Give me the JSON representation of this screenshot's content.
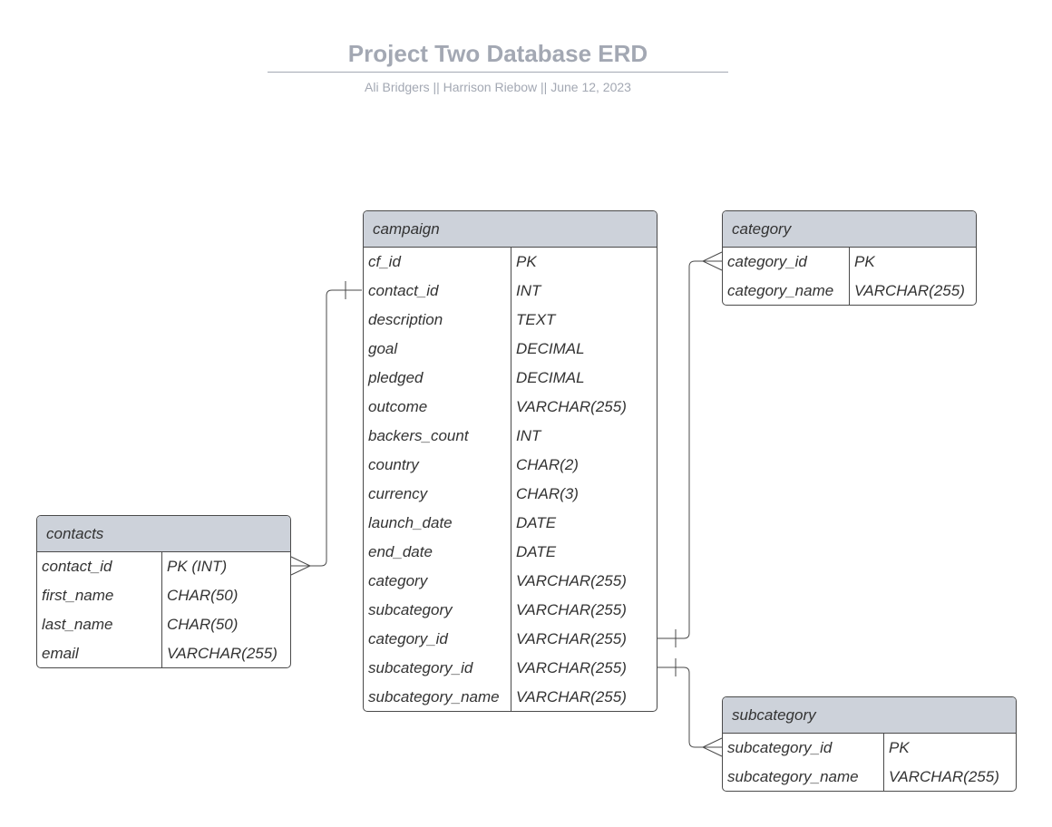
{
  "header": {
    "title": "Project Two Database ERD",
    "subtitle": "Ali Bridgers || Harrison Riebow || June 12, 2023"
  },
  "colors": {
    "header_fill": "#cdd2da",
    "border": "#4a4a4a",
    "title": "#a3a8b3",
    "text": "#333333"
  },
  "entities": {
    "campaign": {
      "name": "campaign",
      "rows": [
        {
          "name": "cf_id",
          "type": "PK"
        },
        {
          "name": "contact_id",
          "type": "INT"
        },
        {
          "name": "description",
          "type": "TEXT"
        },
        {
          "name": "goal",
          "type": "DECIMAL"
        },
        {
          "name": "pledged",
          "type": "DECIMAL"
        },
        {
          "name": "outcome",
          "type": "VARCHAR(255)"
        },
        {
          "name": "backers_count",
          "type": "INT"
        },
        {
          "name": "country",
          "type": "CHAR(2)"
        },
        {
          "name": "currency",
          "type": "CHAR(3)"
        },
        {
          "name": "launch_date",
          "type": "DATE"
        },
        {
          "name": "end_date",
          "type": "DATE"
        },
        {
          "name": "category",
          "type": "VARCHAR(255)"
        },
        {
          "name": "subcategory",
          "type": "VARCHAR(255)"
        },
        {
          "name": "category_id",
          "type": "VARCHAR(255)"
        },
        {
          "name": "subcategory_id",
          "type": "VARCHAR(255)"
        },
        {
          "name": "subcategory_name",
          "type": "VARCHAR(255)"
        }
      ]
    },
    "category": {
      "name": "category",
      "rows": [
        {
          "name": "category_id",
          "type": "PK"
        },
        {
          "name": "category_name",
          "type": "VARCHAR(255)"
        }
      ]
    },
    "contacts": {
      "name": "contacts",
      "rows": [
        {
          "name": "contact_id",
          "type": "PK (INT)"
        },
        {
          "name": "first_name",
          "type": "CHAR(50)"
        },
        {
          "name": "last_name",
          "type": "CHAR(50)"
        },
        {
          "name": "email",
          "type": "VARCHAR(255)"
        }
      ]
    },
    "subcategory": {
      "name": "subcategory",
      "rows": [
        {
          "name": "subcategory_id",
          "type": "PK"
        },
        {
          "name": "subcategory_name",
          "type": "VARCHAR(255)"
        }
      ]
    }
  },
  "relationships": [
    {
      "from": "contacts.contact_id",
      "to": "campaign.contact_id",
      "from_end": "many",
      "to_end": "one"
    },
    {
      "from": "category.category_id",
      "to": "campaign.category_id",
      "from_end": "many",
      "to_end": "one"
    },
    {
      "from": "subcategory.subcategory_id",
      "to": "campaign.subcategory_id",
      "from_end": "many",
      "to_end": "one"
    }
  ]
}
